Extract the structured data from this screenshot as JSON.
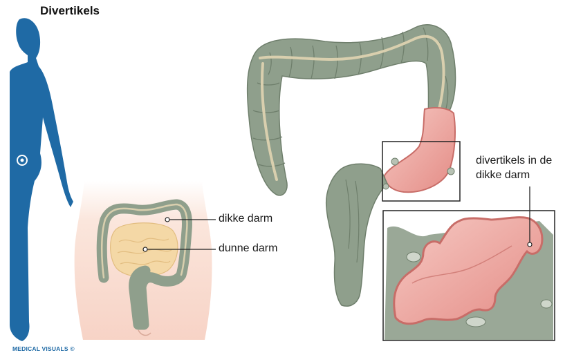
{
  "title": "Divertikels",
  "labels": {
    "dikke_darm": "dikke darm",
    "dunne_darm": "dunne darm",
    "divertikels_line1": "divertikels in de",
    "divertikels_line2": "dikke darm"
  },
  "credit": "MEDICAL VISUALS ©",
  "colors": {
    "body_silhouette": "#1f6aa5",
    "colon": "#8f9f8c",
    "colon_stripe": "#d9cfae",
    "inflamed": "#e79c95",
    "small_intestine": "#f4d8a6",
    "torso_skin": "#fbe3d9",
    "box_stroke": "#222222"
  }
}
